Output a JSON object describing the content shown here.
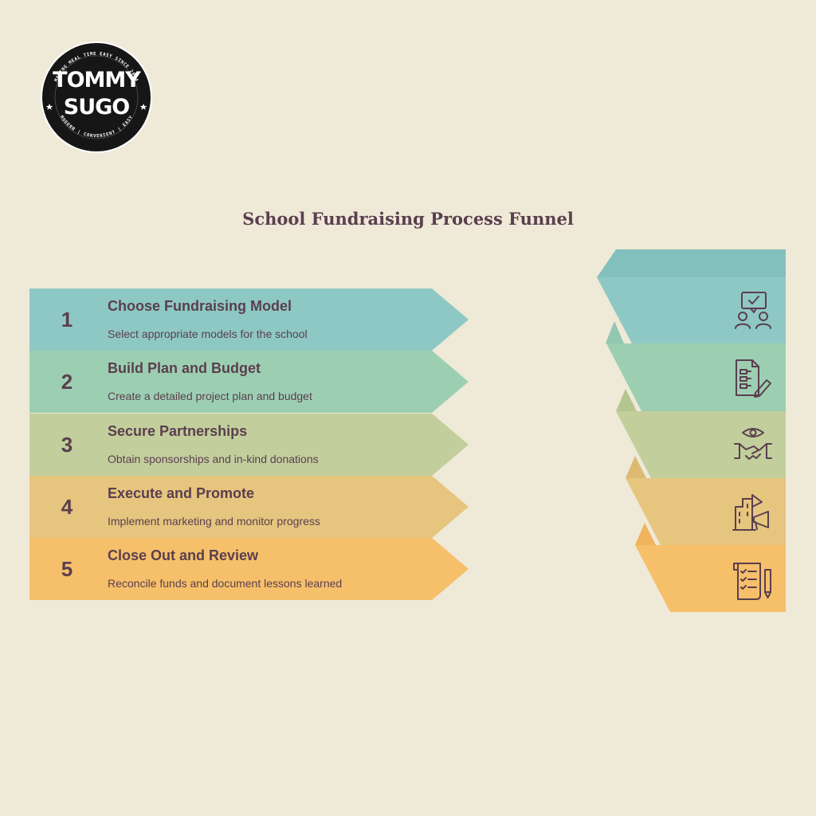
{
  "logo": {
    "name_line1": "TOMMY",
    "name_line2": "SUGO",
    "ring_top": "MAKING MEAL TIME EASY SINCE 2014",
    "ring_bottom": "MODERN | CONVENIENT | EASY"
  },
  "title": "School Fundraising Process Funnel",
  "colors": {
    "background": "#efe9d8",
    "text": "#5a3f4e",
    "step1": "#8ec8c4",
    "step2": "#9ccfb2",
    "step3": "#c2ce9c",
    "step4": "#e6c57f",
    "step5": "#f6bf6a"
  },
  "steps": [
    {
      "number": "1",
      "title": "Choose Fundraising Model",
      "description": "Select appropriate models for the school",
      "icon": "meeting-people-icon"
    },
    {
      "number": "2",
      "title": "Build Plan and Budget",
      "description": "Create a detailed project plan and budget",
      "icon": "plan-document-pen-icon"
    },
    {
      "number": "3",
      "title": "Secure Partnerships",
      "description": "Obtain sponsorships and in-kind donations",
      "icon": "handshake-eye-icon"
    },
    {
      "number": "4",
      "title": "Execute and Promote",
      "description": "Implement marketing and monitor progress",
      "icon": "megaphone-building-icon"
    },
    {
      "number": "5",
      "title": "Close Out and Review",
      "description": "Reconcile funds and document lessons learned",
      "icon": "checklist-scroll-icon"
    }
  ]
}
